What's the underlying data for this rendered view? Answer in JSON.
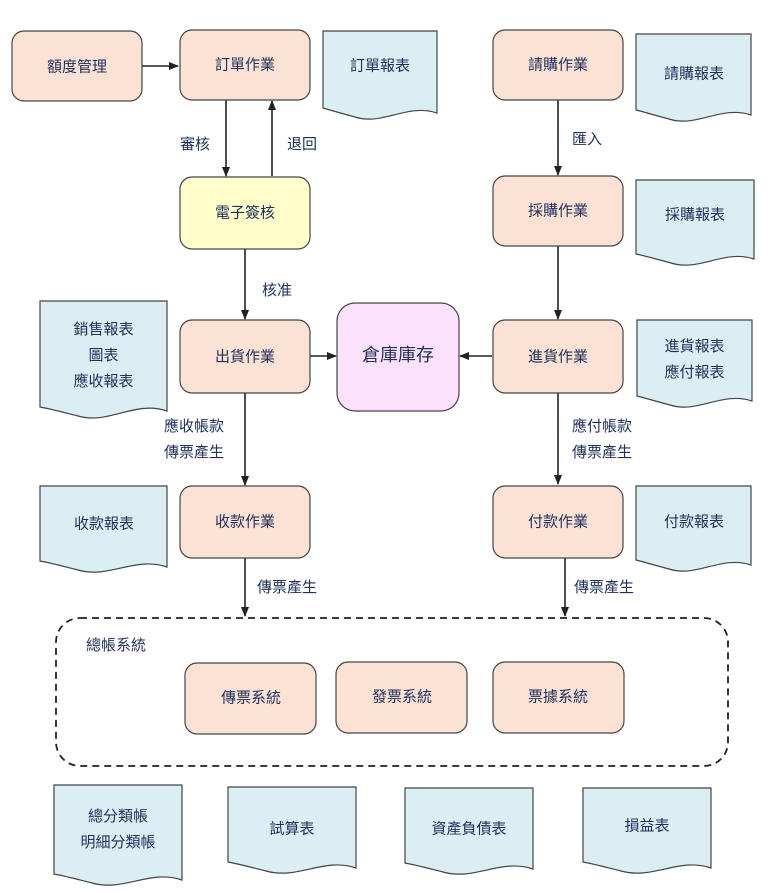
{
  "diagram": {
    "colors": {
      "process": "#fbe2d5",
      "approval": "#ffffcc",
      "warehouse": "#fbe1fb",
      "document": "#dbeef4",
      "stroke": "#222222",
      "text": "#1f2f5a"
    },
    "nodes": {
      "quota": "額度管理",
      "order": "訂單作業",
      "order_report": "訂單報表",
      "requisition": "請購作業",
      "requisition_report": "請購報表",
      "esign": "電子簽核",
      "purchase": "採購作業",
      "purchase_report": "採購報表",
      "sales_report": [
        "銷售報表",
        "圖表",
        "應收報表"
      ],
      "shipping": "出貨作業",
      "warehouse": "倉庫庫存",
      "receiving": "進貨作業",
      "receiving_report": [
        "進貨報表",
        "應付報表"
      ],
      "collection_report": "收款報表",
      "collection": "收款作業",
      "payment": "付款作業",
      "payment_report": "付款報表",
      "gl_group": "總帳系統",
      "voucher_system": "傳票系統",
      "invoice_system": "發票系統",
      "receipt_system": "票據系統",
      "ledger_report": [
        "總分類帳",
        "明細分類帳"
      ],
      "trial_balance": "試算表",
      "balance_sheet": "資產負債表",
      "income_statement": "損益表"
    },
    "edges": {
      "review": "審核",
      "return": "退回",
      "import": "匯入",
      "approve": "核准",
      "ar_voucher": [
        "應收帳款",
        "傳票產生"
      ],
      "ap_voucher": [
        "應付帳款",
        "傳票產生"
      ],
      "voucher_left": "傳票產生",
      "voucher_right": "傳票產生"
    }
  }
}
